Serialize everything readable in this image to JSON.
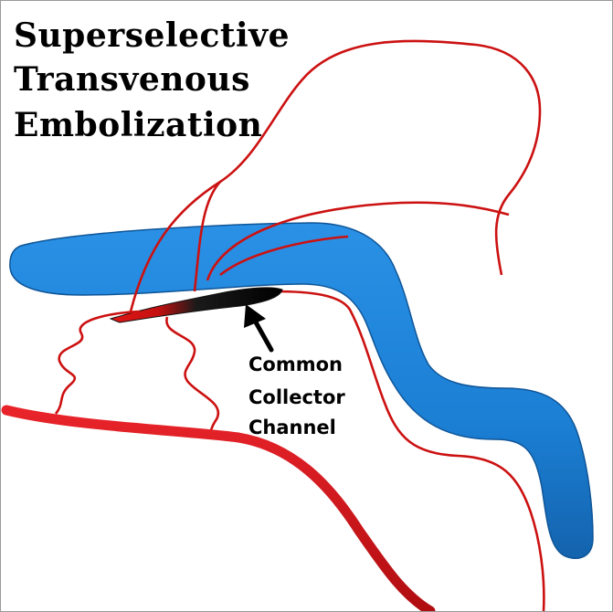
{
  "title_lines": [
    "Superselective",
    "Transvenous",
    "Embolization"
  ],
  "label_lines": [
    "Common",
    "Collector",
    "Channel"
  ],
  "colors": {
    "vein": "#1b7fd4",
    "vein_shadow": "#0f5597",
    "vessel": "#d61515",
    "collector": "#000000"
  }
}
